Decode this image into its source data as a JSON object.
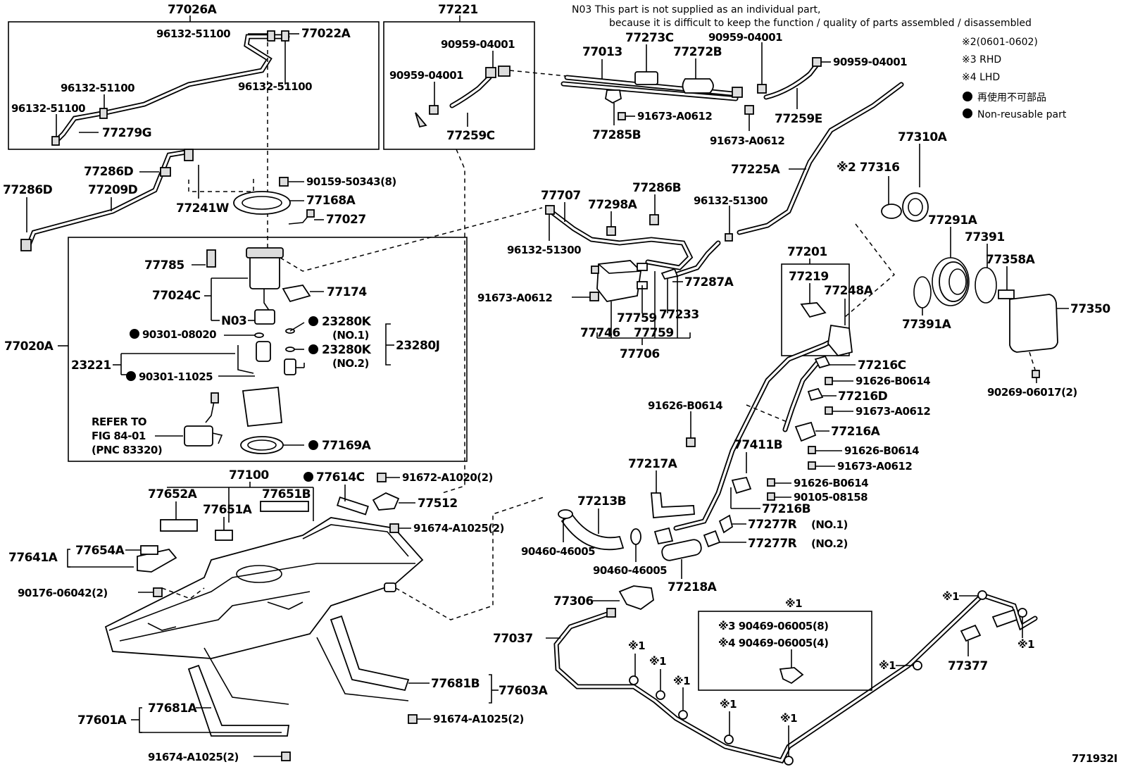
{
  "notes": {
    "n03_line1": "N03 This part is not supplied as an individual part,",
    "n03_line2": "because it is difficult to keep the function / quality of parts assembled / disassembled",
    "legend_2": "※2(0601-0602)",
    "legend_3": "※3 RHD",
    "legend_4": "※4 LHD",
    "legend_nonreuse_jp": "再使用不可部品",
    "legend_nonreuse_en": "Non-reusable part"
  },
  "figure_id": "771932I",
  "refer": {
    "line1": "REFER TO",
    "line2": "FIG 84-01",
    "line3": "(PNC 83320)"
  },
  "inset_box": {
    "mark": "※1",
    "line1": "※3 90469-06005(8)",
    "line2": "※4 90469-06005(4)"
  },
  "labels": {
    "p77026A": "77026A",
    "p96132_51100a": "96132-51100",
    "p77022A": "77022A",
    "p96132_51100b": "96132-51100",
    "p96132_51100c": "96132-51100",
    "p96132_51100d": "96132-51100",
    "p77279G": "77279G",
    "p77221": "77221",
    "p90959_04001a": "90959-04001",
    "p90959_04001b": "90959-04001",
    "p77259C": "77259C",
    "p77273C": "77273C",
    "p77013": "77013",
    "p77272B": "77272B",
    "p90959_04001c": "90959-04001",
    "p90959_04001d": "90959-04001",
    "p91673_A0612a": "91673-A0612",
    "p77285B": "77285B",
    "p91673_A0612b": "91673-A0612",
    "p77259E": "77259E",
    "p77286D_a": "77286D",
    "p77286D_b": "77286D",
    "p77209D": "77209D",
    "p77241W": "77241W",
    "p90159_50343": "90159-50343(8)",
    "p77168A": "77168A",
    "p77027": "77027",
    "p77785": "77785",
    "p77024C": "77024C",
    "p77174": "77174",
    "pN03": "N03",
    "p23280K_1": "23280K",
    "no1": "(NO.1)",
    "p90301_08020": "90301-08020",
    "p23280J": "23280J",
    "p77020A": "77020A",
    "p23280K_2": "23280K",
    "no2": "(NO.2)",
    "p23221": "23221",
    "p90301_11025": "90301-11025",
    "p77169A": "77169A",
    "p77100": "77100",
    "p77614C": "77614C",
    "p91672_A1020": "91672-A1020(2)",
    "p77652A": "77652A",
    "p77651A": "77651A",
    "p77651B": "77651B",
    "p77512": "77512",
    "p91674_A1025a": "91674-A1025(2)",
    "p77641A": "77641A",
    "p77654A": "77654A",
    "p90176_06042": "90176-06042(2)",
    "p77681B": "77681B",
    "p77603A": "77603A",
    "p77601A": "77601A",
    "p77681A": "77681A",
    "p91674_A1025b": "91674-A1025(2)",
    "p91674_A1025c": "91674-A1025(2)",
    "p77707": "77707",
    "p77298A": "77298A",
    "p77286B": "77286B",
    "p96132_51300a": "96132-51300",
    "p96132_51300b": "96132-51300",
    "p77287A": "77287A",
    "p91673_A0612c": "91673-A0612",
    "p77759a": "77759",
    "p77233": "77233",
    "p77746": "77746",
    "p77759b": "77759",
    "p77706": "77706",
    "p77225A": "77225A",
    "p77310A": "77310A",
    "p77316": "※2 77316",
    "p77291A": "77291A",
    "p77391": "77391",
    "p77358A": "77358A",
    "p77391A": "77391A",
    "p77350": "77350",
    "p90269_06017": "90269-06017(2)",
    "p77201": "77201",
    "p77219": "77219",
    "p77248A": "77248A",
    "p77216C": "77216C",
    "p91626_B0614a": "91626-B0614",
    "p77216D": "77216D",
    "p91673_A0612d": "91673-A0612",
    "p91626_B0614b": "91626-B0614",
    "p77216A": "77216A",
    "p91626_B0614c": "91626-B0614",
    "p91673_A0612e": "91673-A0612",
    "p77411B": "77411B",
    "p77217A": "77217A",
    "p91626_B0614d": "91626-B0614",
    "p90105_08158": "90105-08158",
    "p77216B": "77216B",
    "p77277R_1": "77277R",
    "p77277R_2": "77277R",
    "p77213B": "77213B",
    "p90460_46005a": "90460-46005",
    "p90460_46005b": "90460-46005",
    "p77218A": "77218A",
    "p77306": "77306",
    "p77037": "77037",
    "p77377": "77377",
    "x1": "※1"
  }
}
